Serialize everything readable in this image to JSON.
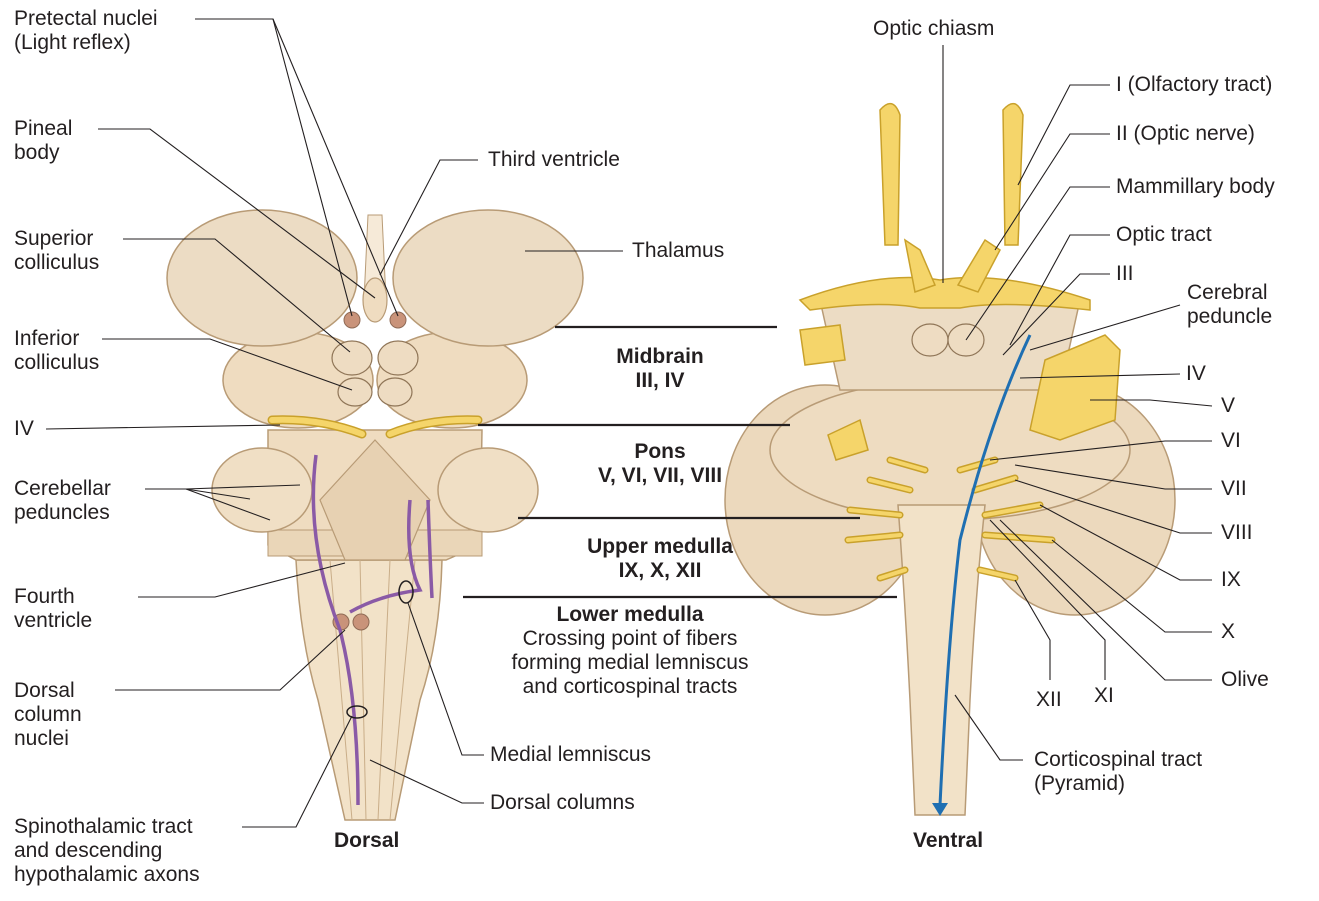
{
  "views": {
    "dorsal": "Dorsal",
    "ventral": "Ventral"
  },
  "left_labels": {
    "pretectal": [
      "Pretectal nuclei",
      "(Light reflex)"
    ],
    "pineal": [
      "Pineal",
      "body"
    ],
    "superior_colliculus": [
      "Superior",
      "colliculus"
    ],
    "inferior_colliculus": [
      "Inferior",
      "colliculus"
    ],
    "iv": "IV",
    "cerebellar_peduncles": [
      "Cerebellar",
      "peduncles"
    ],
    "fourth_ventricle": [
      "Fourth",
      "ventricle"
    ],
    "dorsal_column_nuclei": [
      "Dorsal",
      "column",
      "nuclei"
    ],
    "spinothalamic": [
      "Spinothalamic tract",
      "and descending",
      "hypothalamic axons"
    ]
  },
  "center_labels": {
    "third_ventricle": "Third ventricle",
    "thalamus": "Thalamus",
    "midbrain": [
      "Midbrain",
      "III, IV"
    ],
    "pons": [
      "Pons",
      "V, VI, VII, VIII"
    ],
    "upper_medulla": [
      "Upper medulla",
      "IX, X, XII"
    ],
    "lower_medulla": "Lower medulla",
    "lower_medulla_desc": [
      "Crossing point of fibers",
      "forming medial lemniscus",
      "and corticospinal tracts"
    ],
    "medial_lemniscus": "Medial lemniscus",
    "dorsal_columns": "Dorsal columns"
  },
  "right_labels": {
    "optic_chiasm": "Optic chiasm",
    "olfactory": "I (Olfactory tract)",
    "optic_nerve": "II (Optic nerve)",
    "mammillary": "Mammillary body",
    "optic_tract": "Optic tract",
    "iii": "III",
    "cerebral_peduncle": [
      "Cerebral",
      "peduncle"
    ],
    "iv": "IV",
    "v": "V",
    "vi": "VI",
    "vii": "VII",
    "viii": "VIII",
    "ix": "IX",
    "x": "X",
    "olive": "Olive",
    "xi": "XI",
    "xii": "XII",
    "corticospinal": [
      "Corticospinal tract",
      "(Pyramid)"
    ]
  },
  "colors": {
    "tissue": "#f2e2c8",
    "tissue_dark": "#dcc3a0",
    "nerve": "#f5d56a",
    "nerve_edge": "#c9a12b",
    "tract_purple": "#8a5aa6",
    "tract_blue": "#1f6fb2",
    "nucleus": "#c9937a",
    "leader": "#231f20"
  }
}
